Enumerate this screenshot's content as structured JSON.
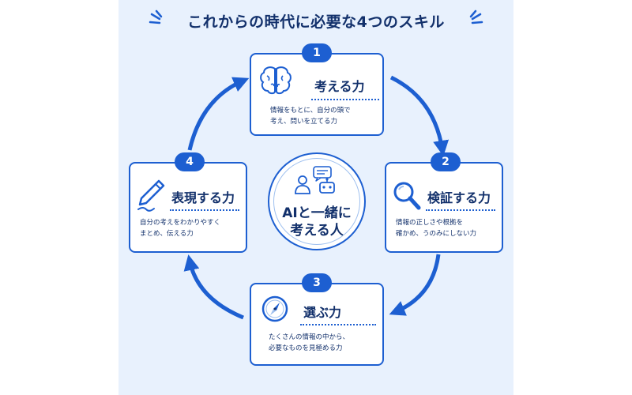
{
  "title": "これからの時代に必要な4つのスキル",
  "center": {
    "line1": "AIと一緒に",
    "line2": "考える人"
  },
  "skills": [
    {
      "number": "1",
      "title": "考える力",
      "desc_line1": "情報をもとに、自分の頭で",
      "desc_line2": "考え、問いを立てる力",
      "icon": "brain-icon"
    },
    {
      "number": "2",
      "title": "検証する力",
      "desc_line1": "情報の正しさや根拠を",
      "desc_line2": "確かめ、うのみにしない力",
      "icon": "magnifier-icon"
    },
    {
      "number": "3",
      "title": "選ぶ力",
      "desc_line1": "たくさんの情報の中から、",
      "desc_line2": "必要なものを見極める力",
      "icon": "compass-icon"
    },
    {
      "number": "4",
      "title": "表現する力",
      "desc_line1": "自分の考えをわかりやすく",
      "desc_line2": "まとめ、伝える力",
      "icon": "pen-icon"
    }
  ],
  "colors": {
    "primary": "#1d5fd1",
    "text": "#12306b",
    "background": "#e8f1fd"
  }
}
